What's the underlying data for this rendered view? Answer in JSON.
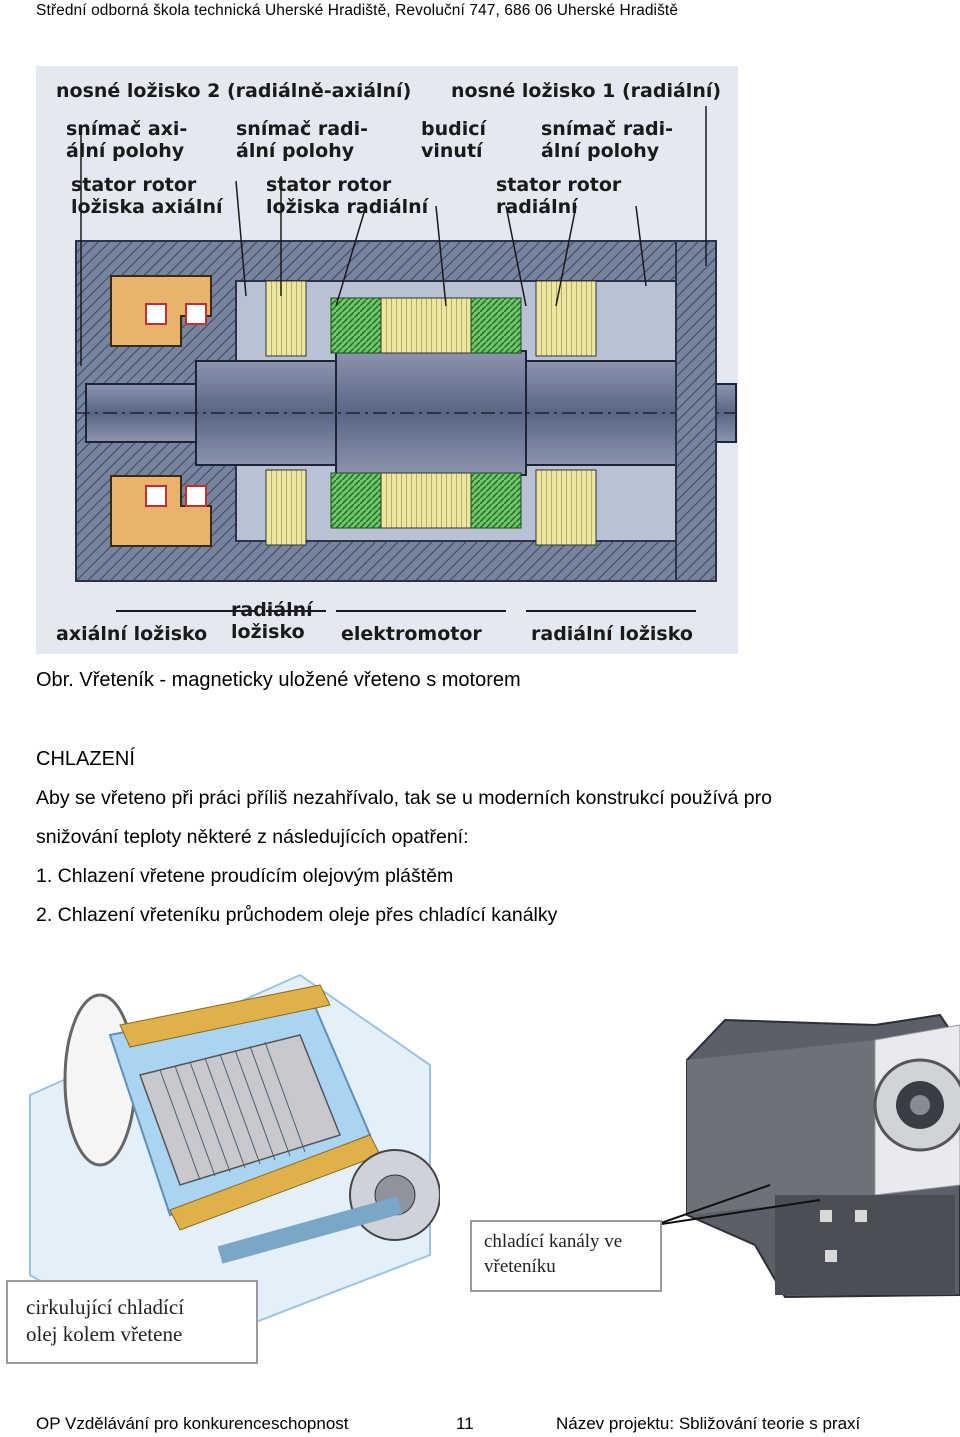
{
  "header": {
    "institution": "Střední odborná škola technická Uherské Hradiště, Revoluční 747, 686 06 Uherské Hradiště"
  },
  "figure1": {
    "labels": {
      "top_left": "nosné ložisko 2 (radiálně-axiální)",
      "top_right": "nosné ložisko 1 (radiální)",
      "axial_sensor": "snímač axi-\nální polohy",
      "radial_sensor_a": "snímač radi-\nální polohy",
      "exciting_winding": "budicí\nvinutí",
      "radial_sensor_b": "snímač radi-\nální polohy",
      "stator_axial": "stator rotor\nložiska axiální",
      "stator_radial": "stator rotor\nložiska radiální",
      "stator_right": "stator rotor\nradiální",
      "bottom_axial": "axiální ložisko",
      "bottom_radial": "radiální\nložisko",
      "bottom_motor": "elektromotor",
      "bottom_radial_bearing": "radiální ložisko"
    },
    "caption": "Obr. Vřeteník - magneticky uložené vřeteno s motorem"
  },
  "section": {
    "heading": "CHLAZENÍ",
    "paragraph_line1": "Aby se vřeteno při práci příliš nezahřívalo, tak se u moderních konstrukcí používá pro",
    "paragraph_line2": "snižování teploty některé z následujících opatření:",
    "item1": "1. Chlazení vřetene proudícím olejovým pláštěm",
    "item2": "2. Chlazení vřeteníku průchodem oleje přes chladící kanálky"
  },
  "figure2": {
    "callout": "cirkulující chladící\nolej kolem vřetene"
  },
  "figure3": {
    "callout": "chladící kanály ve\nvřeteníku"
  },
  "footer": {
    "left": "OP Vzdělávání pro konkurenceschopnost",
    "page": "11",
    "right": "Název projektu: Sbližování teorie s praxí"
  },
  "colors": {
    "housing": "#6b7894",
    "coil_yellow": "#e8e29a",
    "coil_green": "#6cc76a",
    "bearing_orange": "#e8b46c",
    "cooling_blue": "#a9d4f2"
  }
}
